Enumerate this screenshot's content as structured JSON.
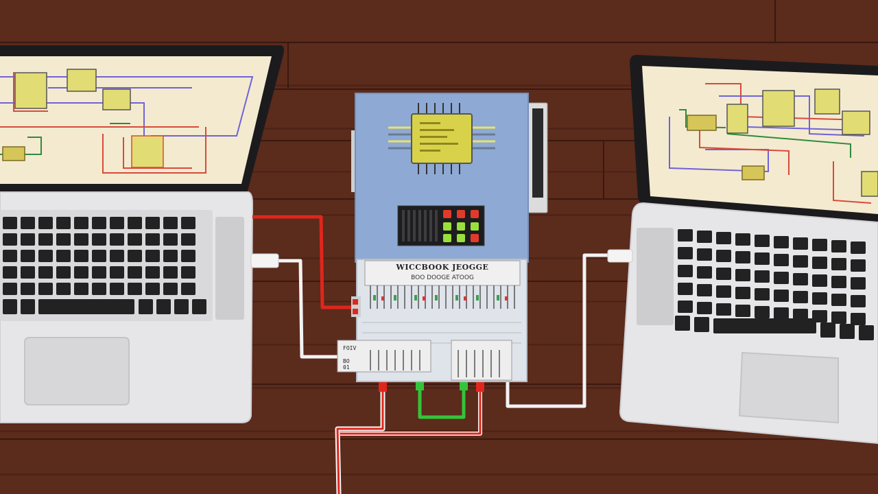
{
  "scene": {
    "colors": {
      "desk": "#5b2b1c",
      "laptop_body": "#e8e8ea",
      "screen_bg": "#f3e9cf",
      "module_blue": "#8ea9d4",
      "chip_yellow": "#d8d24a",
      "wire_red": "#e0261c",
      "wire_white": "#f2f2f2",
      "wire_green": "#34c43a"
    },
    "objects": [
      "left-laptop",
      "right-laptop",
      "fpga-board",
      "usb-cables",
      "jumper-wires"
    ]
  },
  "board": {
    "title": "WICCBOOK JEOGGE",
    "subtitle": "BOO DOOGE ATOOG",
    "switch_label_1": "FOIV",
    "switch_label_2": "BO 01"
  }
}
